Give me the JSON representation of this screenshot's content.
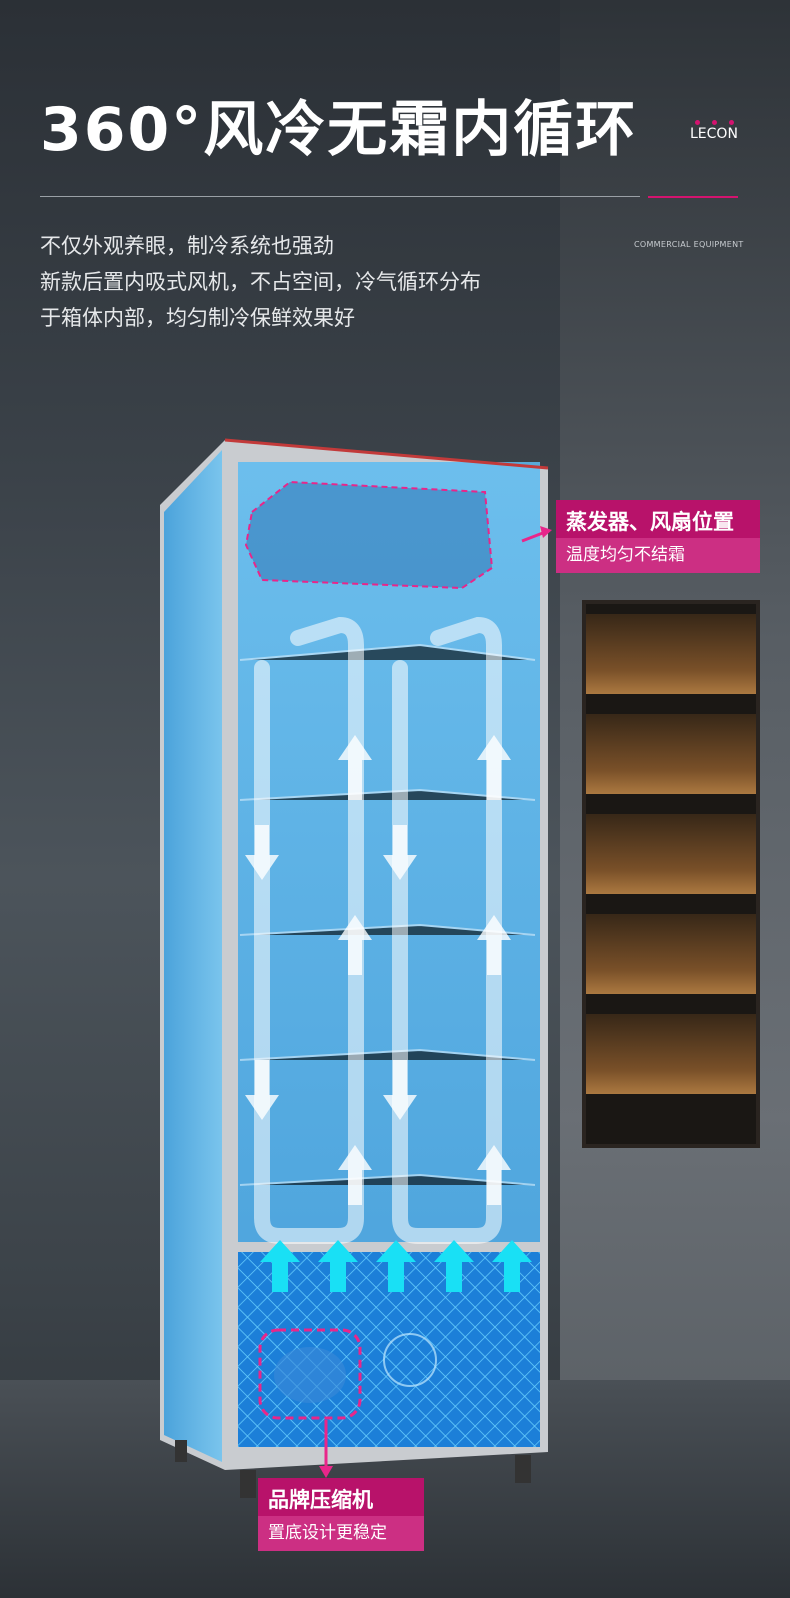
{
  "header": {
    "title": "360°风冷无霜内循环",
    "brand": "LECON",
    "tagline": "COMMERCIAL EQUIPMENT"
  },
  "description": {
    "lines": [
      "不仅外观养眼，制冷系统也强劲",
      "新款后置内吸式风机，不占空间，冷气循环分布",
      "于箱体内部，均匀制冷保鲜效果好"
    ]
  },
  "callouts": {
    "evaporator": {
      "title": "蒸发器、风扇位置",
      "subtitle": "温度均匀不结霜"
    },
    "compressor": {
      "title": "品牌压缩机",
      "subtitle": "置底设计更稳定"
    }
  },
  "colors": {
    "accent": "#d4136f",
    "callout_bg": "#b8126a",
    "glass": "#4fb4f0"
  },
  "icons": [
    "airflow-arrow-icon",
    "fan-icon",
    "compressor-icon"
  ]
}
